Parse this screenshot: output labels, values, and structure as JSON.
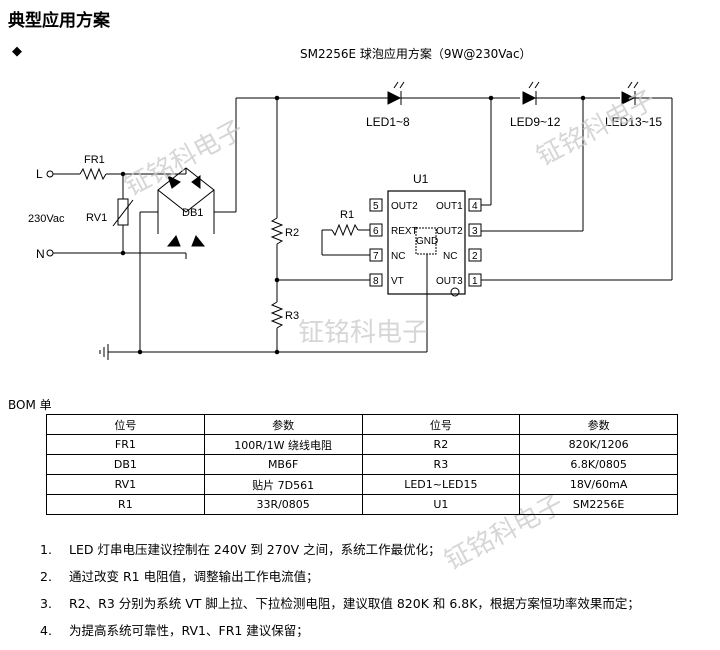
{
  "heading": "典型应用方案",
  "bullet_symbol": "◆",
  "scheme_title": "SM2256E 球泡应用方案（9W@230Vac）",
  "watermark": "钲铭科电子",
  "schematic": {
    "terminal_L": "L",
    "terminal_N": "N",
    "voltage": "230Vac",
    "fr1": "FR1",
    "rv1": "RV1",
    "db1": "DB1",
    "r1": "R1",
    "r2": "R2",
    "r3": "R3",
    "u1": "U1",
    "led_groups": [
      "LED1~8",
      "LED9~12",
      "LED13~15"
    ],
    "chip_pins": {
      "p1_num": "1",
      "p1_name": "OUT3",
      "p2_num": "2",
      "p2_name": "NC",
      "p3_num": "3",
      "p3_name": "OUT2",
      "p4_num": "4",
      "p4_name": "OUT1",
      "p5_num": "5",
      "p5_name": "OUT2",
      "p6_num": "6",
      "p6_name": "REXT",
      "p7_num": "7",
      "p7_name": "NC",
      "p8_num": "8",
      "p8_name": "VT",
      "gnd": "GND"
    }
  },
  "bom": {
    "label": "BOM 单",
    "headers": [
      "位号",
      "参数",
      "位号",
      "参数"
    ],
    "rows": [
      [
        "FR1",
        "100R/1W  绕线电阻",
        "R2",
        "820K/1206"
      ],
      [
        "DB1",
        "MB6F",
        "R3",
        "6.8K/0805"
      ],
      [
        "RV1",
        "贴片 7D561",
        "LED1~LED15",
        "18V/60mA"
      ],
      [
        "R1",
        "33R/0805",
        "U1",
        "SM2256E"
      ]
    ]
  },
  "notes": [
    {
      "num": "1.",
      "text": "LED 灯串电压建议控制在 240V 到 270V 之间，系统工作最优化；"
    },
    {
      "num": "2.",
      "text": "通过改变 R1 电阻值，调整输出工作电流值；"
    },
    {
      "num": "3.",
      "text": "R2、R3 分别为系统 VT 脚上拉、下拉检测电阻，建议取值 820K 和 6.8K，根据方案恒功率效果而定；"
    },
    {
      "num": "4.",
      "text": "为提高系统可靠性，RV1、FR1 建议保留；"
    }
  ]
}
